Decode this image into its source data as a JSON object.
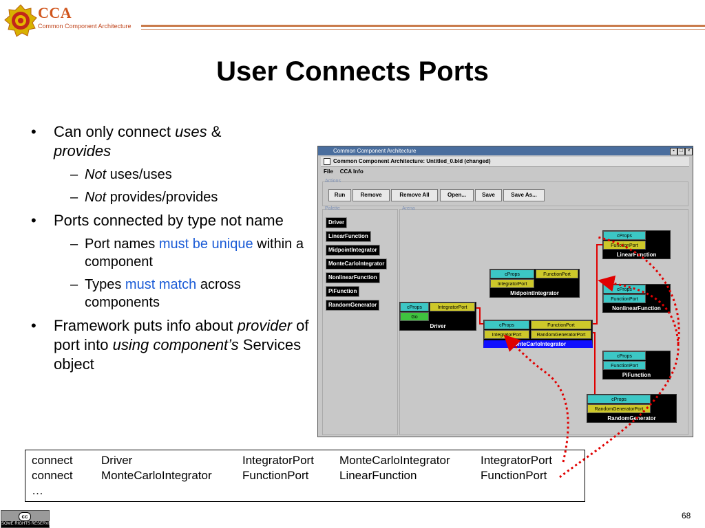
{
  "header": {
    "logo_title": "CCA",
    "logo_subtitle": "Common Component Architecture",
    "accent": "#d0551c"
  },
  "slide": {
    "title": "User Connects Ports",
    "page_number": "68"
  },
  "bullets": [
    {
      "a": "Can only connect ",
      "b": "uses",
      "c": " &",
      "d": "provides"
    },
    {
      "a": "Not",
      "b": " uses/uses"
    },
    {
      "a": "Not",
      "b": " provides/provides"
    },
    {
      "a": "Ports connected by type not name"
    },
    {
      "a": "Port names ",
      "b": "must be unique",
      "c": " within a component"
    },
    {
      "a": "Types ",
      "b": "must match",
      "c": " across components"
    },
    {
      "a": "Framework puts info about ",
      "b": "provider",
      "c": " of port into ",
      "d": "using component’s",
      "e": " Services object"
    }
  ],
  "window": {
    "outer_title": "Common Component Architecture",
    "inner_title": "Common Component Architecture: Untitled_0.bld (changed)",
    "menu": [
      "File",
      "CCA Info"
    ],
    "actions_label": "Actions",
    "palette_label": "Palette",
    "arena_label": "Arena",
    "buttons": [
      "Run",
      "Remove",
      "Remove All",
      "Open...",
      "Save",
      "Save As..."
    ],
    "palette": [
      "Driver",
      "LinearFunction",
      "MidpointIntegrator",
      "MonteCarloIntegrator",
      "NonlinearFunction",
      "PiFunction",
      "RandomGenerator"
    ],
    "components": {
      "driver": {
        "name": "Driver",
        "p1": "cProps",
        "u1": "IntegratorPort",
        "go": "Go"
      },
      "linear": {
        "name": "LinearFunction",
        "p1": "cProps",
        "p2": "FunctionPort"
      },
      "midpoint": {
        "name": "MidpointIntegrator",
        "p1": "cProps",
        "u1": "FunctionPort",
        "p2": "IntegratorPort"
      },
      "nonlinear": {
        "name": "NonlinearFunction",
        "p1": "cProps",
        "p2": "FunctionPort"
      },
      "monte": {
        "name": "MonteCarloIntegrator",
        "p1": "cProps",
        "u1": "FunctionPort",
        "p2": "IntegratorPort",
        "u2": "RandomGeneratorPort"
      },
      "pi": {
        "name": "PiFunction",
        "p1": "cProps",
        "p2": "FunctionPort"
      },
      "random": {
        "name": "RandomGenerator",
        "p1": "cProps",
        "p2": "RandomGeneratorPort"
      }
    }
  },
  "code": {
    "rows": [
      [
        "connect",
        "Driver",
        "IntegratorPort",
        "MonteCarloIntegrator",
        "IntegratorPort"
      ],
      [
        "connect",
        "MonteCarloIntegrator",
        "FunctionPort",
        "LinearFunction",
        "FunctionPort"
      ]
    ],
    "ellipsis": "…"
  },
  "footer": {
    "cc_label": "SOME RIGHTS RESERVED",
    "cc_symbol": "cc"
  },
  "colors": {
    "uses_port": "#cdc82a",
    "provides_port": "#3cc7c5",
    "connection": "#e00000",
    "link_text": "#1a5bd6"
  }
}
